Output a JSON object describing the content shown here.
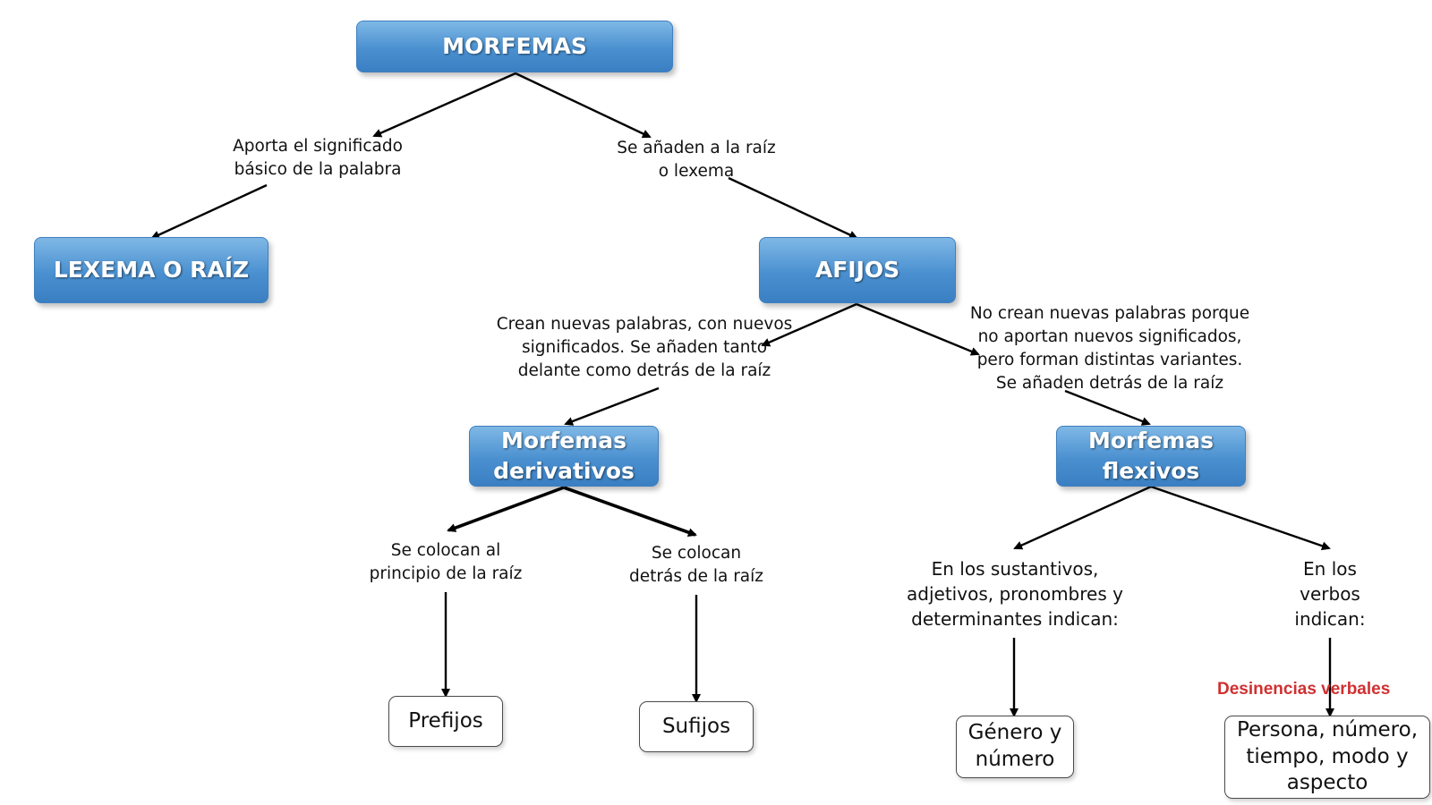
{
  "nodes": {
    "morfemas": "MORFEMAS",
    "lexema": "LEXEMA O RAÍZ",
    "afijos": "AFIJOS",
    "derivativos": "Morfemas derivativos",
    "flexivos": "Morfemas flexivos",
    "prefijos": "Prefijos",
    "sufijos": "Sufijos",
    "genero": "Género y número",
    "persona": "Persona, número, tiempo, modo y aspecto"
  },
  "labels": {
    "significado": "Aporta el significado básico de la palabra",
    "anaden": "Se añaden a la raíz o lexema",
    "crean": "Crean nuevas palabras, con nuevos significados. Se añaden tanto delante como detrás de la raíz",
    "no_crean": "No crean nuevas palabras porque no aportan nuevos significados, pero forman distintas variantes. Se añaden detrás de la raíz",
    "principio": "Se colocan al principio de la raíz",
    "detras": "Se colocan detrás de la raíz",
    "sustantivos": "En los sustantivos, adjetivos, pronombres y determinantes indican:",
    "verbos": "En los verbos indican:",
    "desinencias": "Desinencias verbales"
  },
  "colors": {
    "node_blue": "#4a90d0",
    "accent_red": "#d03030"
  }
}
